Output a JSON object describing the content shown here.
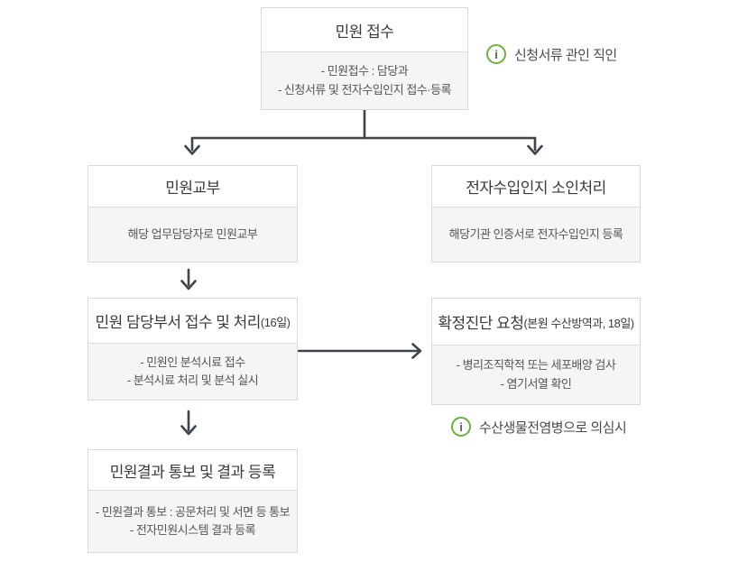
{
  "colors": {
    "green": "#6cb23b",
    "arrow": "#3e444a",
    "box_border": "#d9d9d9",
    "body_bg": "#f5f5f5"
  },
  "boxes": {
    "reception": {
      "title": "민원 접수",
      "lines": [
        "- 민원접수 : 담당과",
        "- 신청서류 및 전자수입인지 접수·등록"
      ]
    },
    "issue": {
      "title": "민원교부",
      "lines": [
        "해당 업무담당자로 민원교부"
      ]
    },
    "stamp": {
      "title": "전자수입인지 소인처리",
      "lines": [
        "해당기관 인증서로 전자수입인지 등록"
      ]
    },
    "handling": {
      "title": "민원 담당부서 접수 및 처리",
      "title_suffix": "(16일)",
      "lines": [
        "- 민원인 분석시료 접수",
        "- 분석시료 처리 및 분석 실시"
      ]
    },
    "diagnosis": {
      "title": "확정진단 요청",
      "title_suffix": "(본원 수산방역과, 18일)",
      "lines": [
        "- 병리조직학적 또는 세포배양 검사",
        "- 염기서열 확인"
      ]
    },
    "result": {
      "title": "민원결과 통보 및 결과 등록",
      "lines": [
        "- 민원결과 통보 : 공문처리 및 서면 등 통보",
        "- 전자민원시스템 결과 등록"
      ]
    }
  },
  "notes": {
    "note1": {
      "icon": "i",
      "text": "신청서류 관인 직인"
    },
    "note2": {
      "icon": "i",
      "text": "수산생물전염병으로 의심시"
    }
  }
}
